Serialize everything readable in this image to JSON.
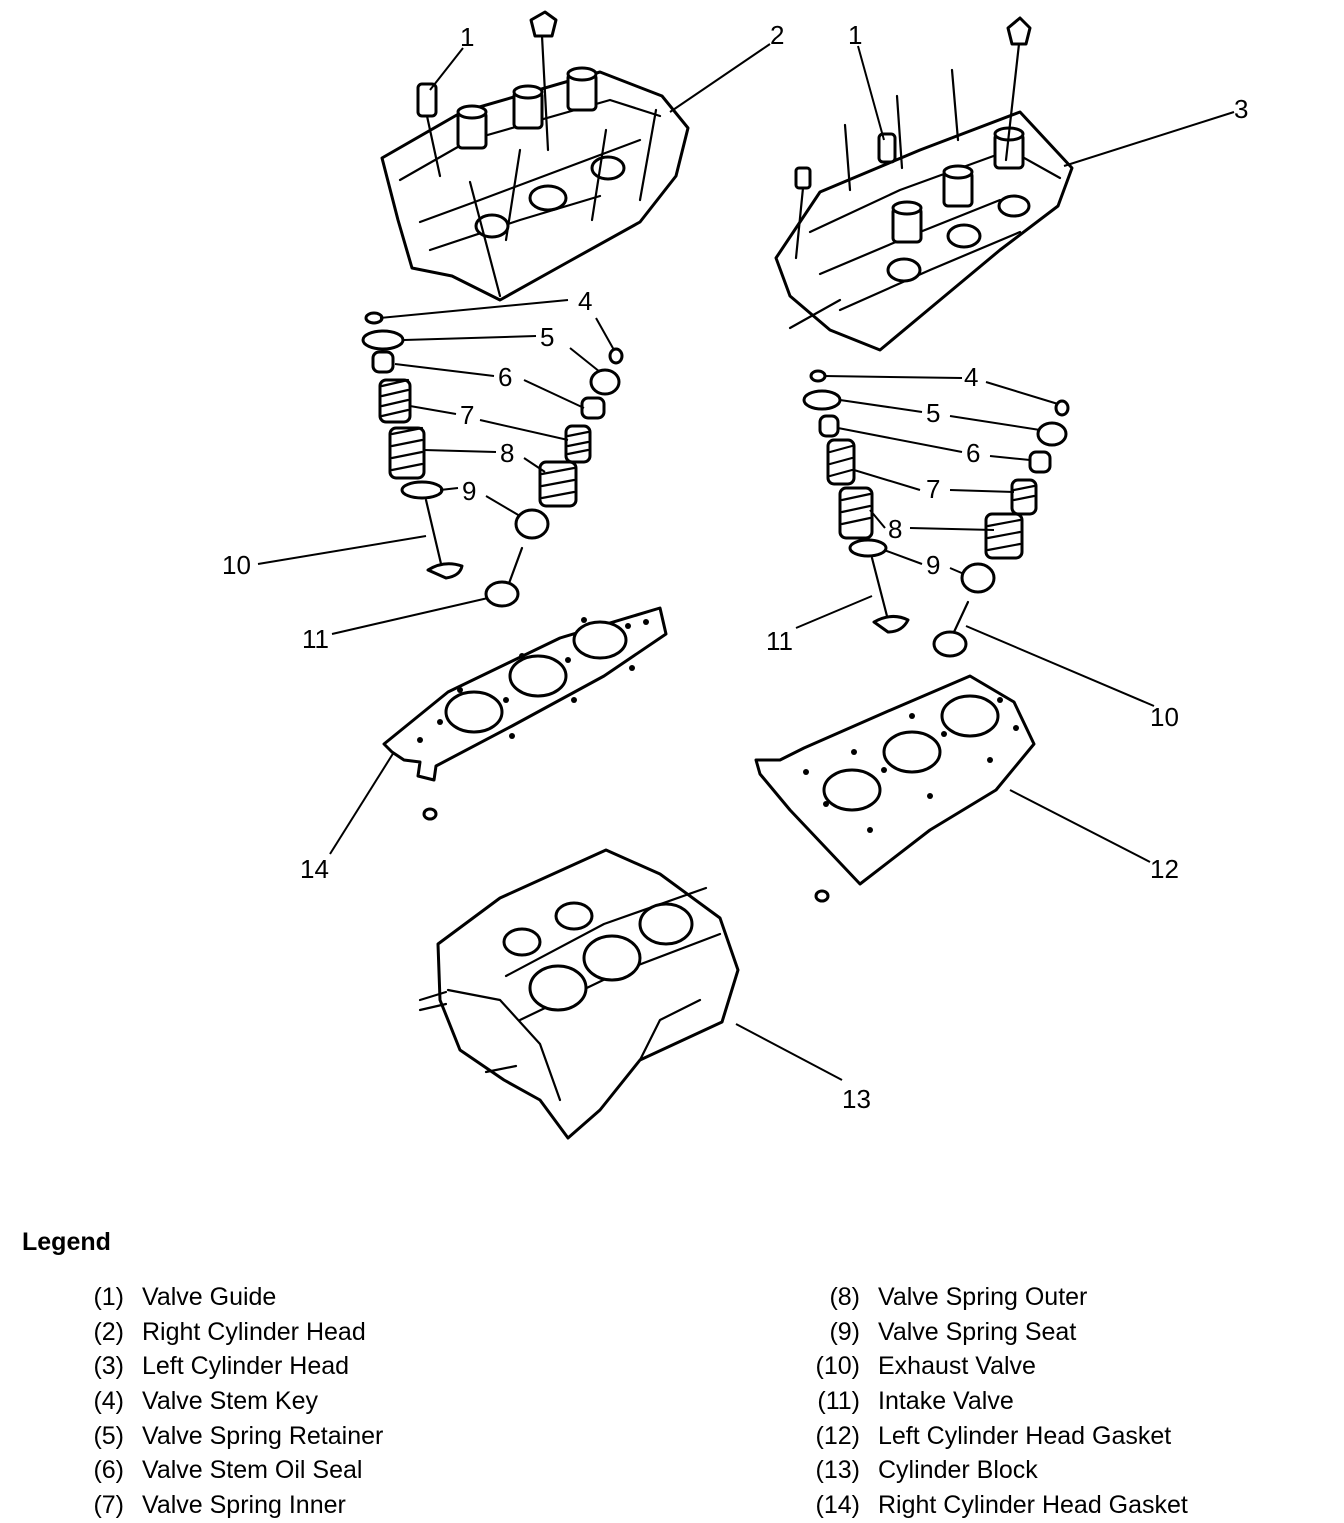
{
  "callouts": {
    "c1a": "1",
    "c2": "2",
    "c1b": "1",
    "c3": "3",
    "c4a": "4",
    "c5a": "5",
    "c6a": "6",
    "c7a": "7",
    "c8a": "8",
    "c9a": "9",
    "c10a": "10",
    "c11a": "11",
    "c14": "14",
    "c4b": "4",
    "c5b": "5",
    "c6b": "6",
    "c7b": "7",
    "c8b": "8",
    "c9b": "9",
    "c11b": "11",
    "c10b": "10",
    "c12": "12",
    "c13": "13"
  },
  "legend": {
    "title": "Legend",
    "left": [
      {
        "num": "(1)",
        "text": "Valve Guide"
      },
      {
        "num": "(2)",
        "text": "Right Cylinder Head"
      },
      {
        "num": "(3)",
        "text": "Left Cylinder Head"
      },
      {
        "num": "(4)",
        "text": "Valve Stem Key"
      },
      {
        "num": "(5)",
        "text": "Valve Spring Retainer"
      },
      {
        "num": "(6)",
        "text": "Valve Stem Oil Seal"
      },
      {
        "num": "(7)",
        "text": "Valve Spring Inner"
      }
    ],
    "right": [
      {
        "num": "(8)",
        "text": "Valve Spring Outer"
      },
      {
        "num": "(9)",
        "text": "Valve Spring Seat"
      },
      {
        "num": "(10)",
        "text": "Exhaust Valve"
      },
      {
        "num": "(11)",
        "text": "Intake Valve"
      },
      {
        "num": "(12)",
        "text": "Left Cylinder Head Gasket"
      },
      {
        "num": "(13)",
        "text": "Cylinder Block"
      },
      {
        "num": "(14)",
        "text": "Right Cylinder Head Gasket"
      }
    ]
  }
}
